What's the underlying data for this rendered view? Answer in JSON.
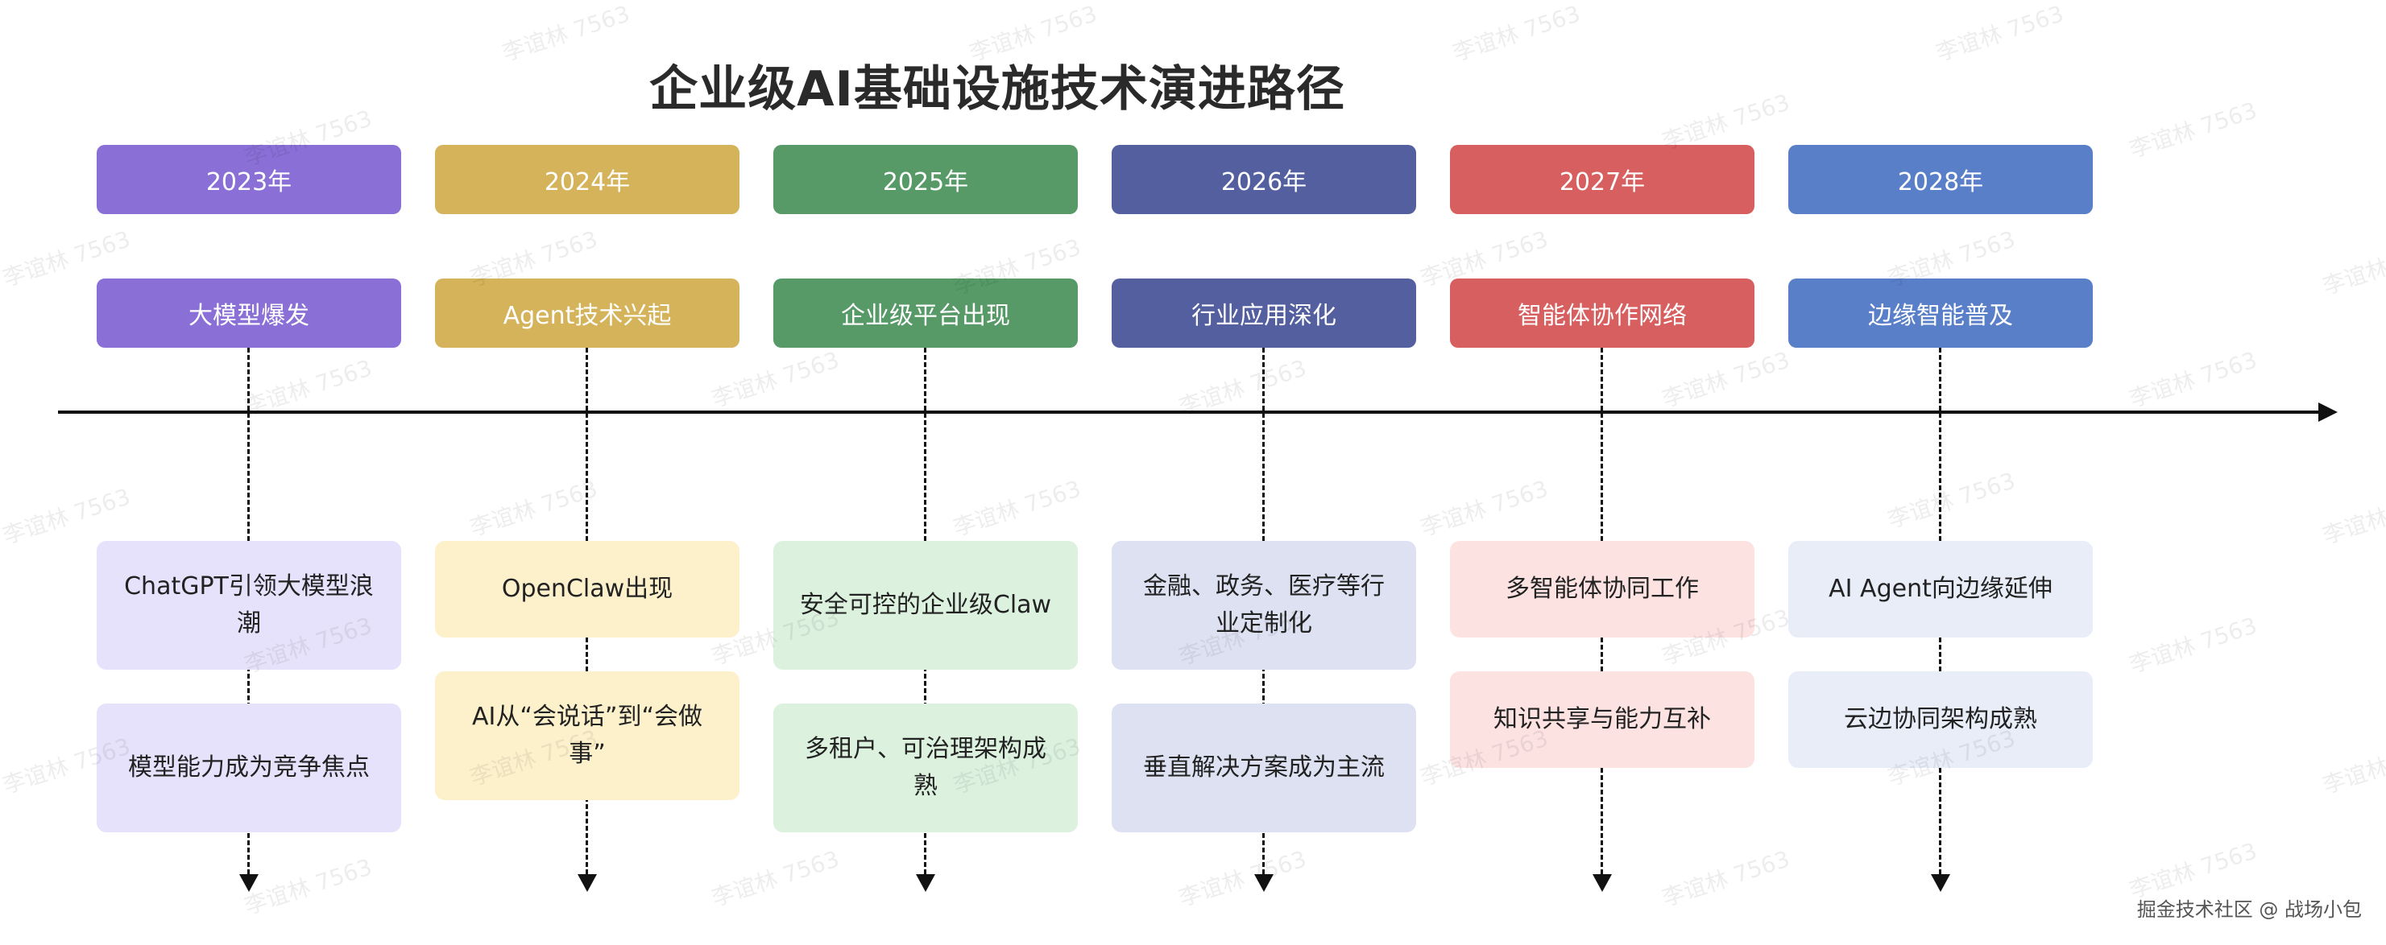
{
  "title": "企业级AI基础设施技术演进路径",
  "watermark": "李谊林 7563",
  "credit": "掘金技术社区 @ 战场小包",
  "columns": [
    {
      "year": "2023年",
      "phase": "大模型爆发",
      "color": "#8a6fd6",
      "light": "#e7e2fb",
      "events": [
        "ChatGPT引领大模型浪潮",
        "模型能力成为竞争焦点"
      ]
    },
    {
      "year": "2024年",
      "phase": "Agent技术兴起",
      "color": "#d4b35a",
      "light": "#fdf1cc",
      "events": [
        "OpenClaw出现",
        "AI从“会说话”到“会做事”"
      ]
    },
    {
      "year": "2025年",
      "phase": "企业级平台出现",
      "color": "#579a67",
      "light": "#dcf2df",
      "events": [
        "安全可控的企业级Claw",
        "多租户、可治理架构成熟"
      ]
    },
    {
      "year": "2026年",
      "phase": "行业应用深化",
      "color": "#535f9f",
      "light": "#dde1f2",
      "events": [
        "金融、政务、医疗等行业定制化",
        "垂直解决方案成为主流"
      ]
    },
    {
      "year": "2027年",
      "phase": "智能体协作网络",
      "color": "#d75f5f",
      "light": "#fde2e2",
      "events": [
        "多智能体协同工作",
        "知识共享与能力互补"
      ]
    },
    {
      "year": "2028年",
      "phase": "边缘智能普及",
      "color": "#5a7fc9",
      "light": "#e8edf8",
      "events": [
        "AI Agent向边缘延伸",
        "云边协同架构成熟"
      ]
    }
  ]
}
